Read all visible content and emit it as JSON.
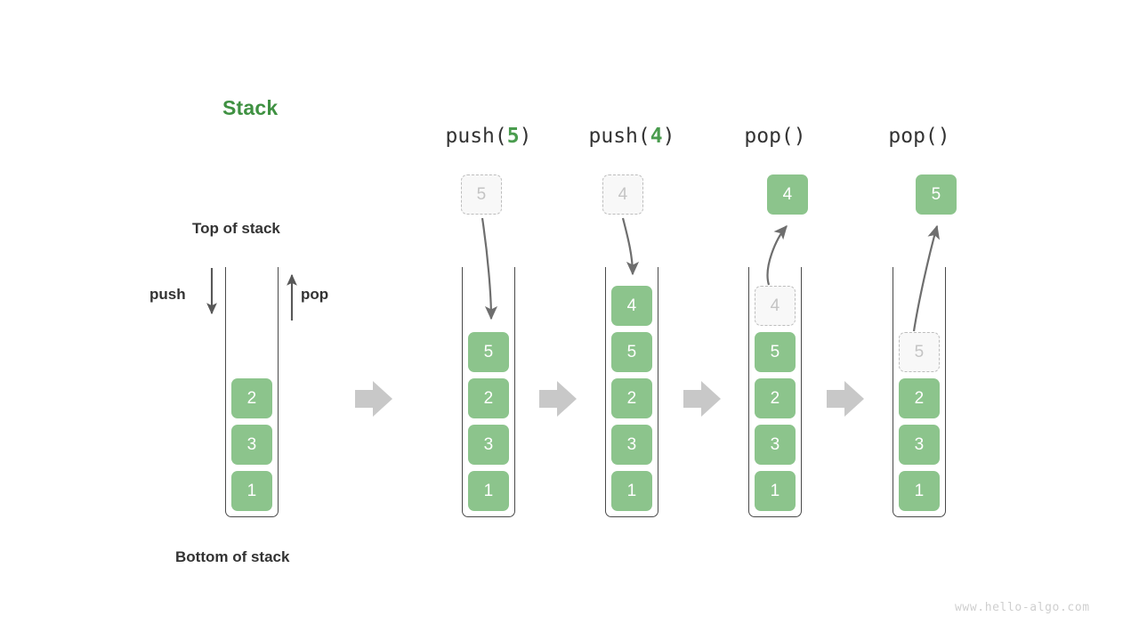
{
  "title": "Stack",
  "labels": {
    "top_of_stack": "Top of stack",
    "bottom_of_stack": "Bottom of stack",
    "push": "push",
    "pop": "pop"
  },
  "watermark": "www.hello-algo.com",
  "colors": {
    "element_green": "#8cc48c",
    "title_green": "#3f9142",
    "arg_green": "#4a9c4e",
    "container_stroke": "#4a4a4a",
    "ghost_fill": "#f8f8f8",
    "ghost_stroke": "#bdbdbd",
    "ghost_text": "#c4c4c4",
    "flow_arrow": "#c8c8c8",
    "curve_arrow": "#6e6e6e",
    "text_dark": "#333333",
    "watermark_gray": "#cfcfcf"
  },
  "initial_stack": {
    "name": "initial",
    "elements": [
      "2",
      "3",
      "1"
    ]
  },
  "steps": [
    {
      "id": "push5",
      "op_prefix": "push(",
      "op_arg": "5",
      "op_suffix": ")",
      "floating": {
        "value": "5",
        "style": "ghost"
      },
      "stack": [
        "5",
        "2",
        "3",
        "1"
      ],
      "ghost_in_stack": null,
      "arrow_direction": "down"
    },
    {
      "id": "push4",
      "op_prefix": "push(",
      "op_arg": "4",
      "op_suffix": ")",
      "floating": {
        "value": "4",
        "style": "ghost"
      },
      "stack": [
        "4",
        "5",
        "2",
        "3",
        "1"
      ],
      "ghost_in_stack": null,
      "arrow_direction": "down"
    },
    {
      "id": "pop1",
      "op_prefix": "pop(",
      "op_arg": "",
      "op_suffix": ")",
      "floating": {
        "value": "4",
        "style": "solid"
      },
      "stack": [
        "4",
        "5",
        "2",
        "3",
        "1"
      ],
      "ghost_in_stack": "4",
      "arrow_direction": "up"
    },
    {
      "id": "pop2",
      "op_prefix": "pop(",
      "op_arg": "",
      "op_suffix": ")",
      "floating": {
        "value": "5",
        "style": "solid"
      },
      "stack": [
        "5",
        "2",
        "3",
        "1"
      ],
      "ghost_in_stack": "5",
      "arrow_direction": "up"
    }
  ],
  "flow_arrows": 4
}
